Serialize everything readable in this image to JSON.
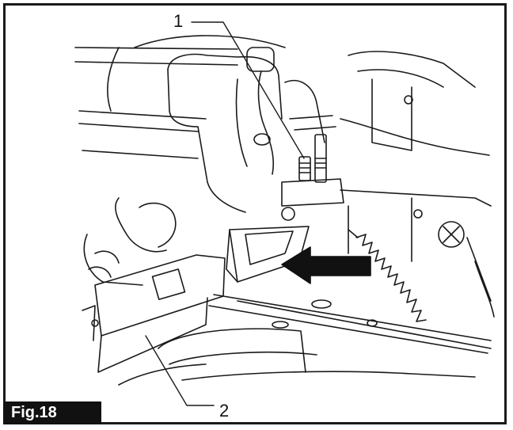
{
  "figure": {
    "label": "Fig.18",
    "callouts": [
      {
        "number": "1"
      },
      {
        "number": "2"
      }
    ],
    "colors": {
      "line": "#1a1a1a",
      "arrow": "#111111",
      "label_background": "#111111",
      "label_text": "#ffffff"
    }
  }
}
